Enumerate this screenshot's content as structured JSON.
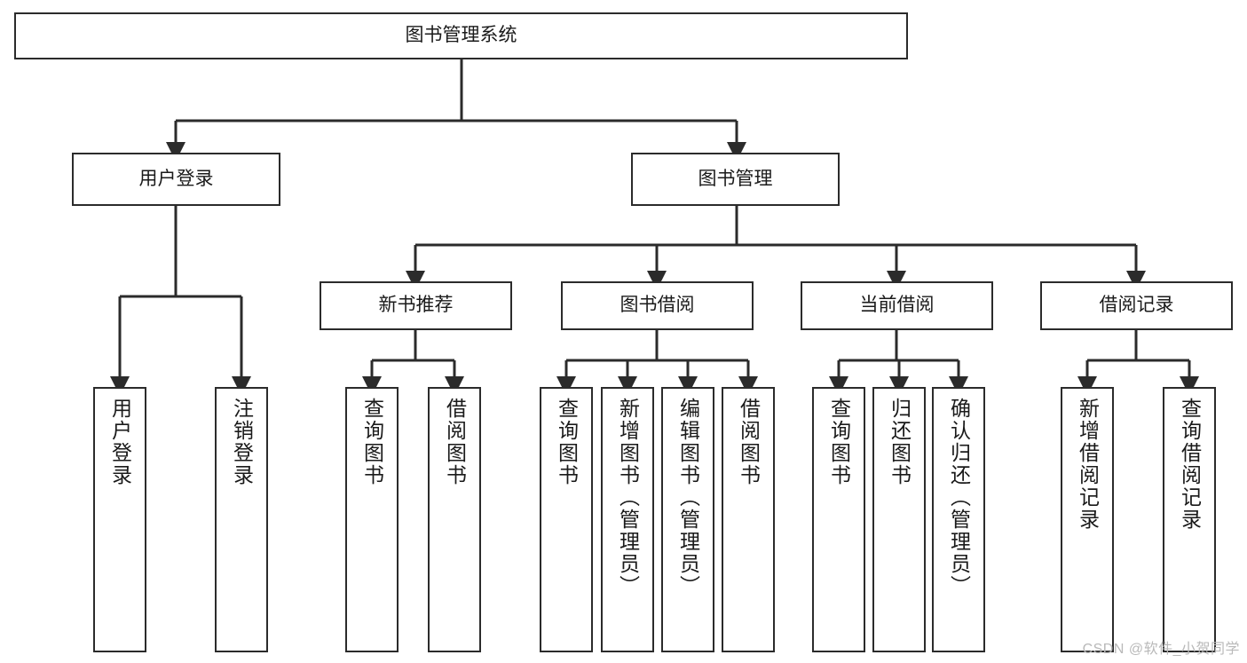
{
  "diagram": {
    "title": "图书管理系统",
    "type": "tree-hierarchy-diagram",
    "watermark": "CSDN @软件_小贺同学",
    "colors": {
      "background": "#ffffff",
      "border": "#2b2b2b",
      "text": "#1a1a1a",
      "connector": "#2b2b2b",
      "watermark": "#b9b9b9"
    },
    "root": {
      "label": "图书管理系统"
    },
    "level1": [
      {
        "label": "用户登录"
      },
      {
        "label": "图书管理"
      }
    ],
    "level2": [
      {
        "label": "新书推荐"
      },
      {
        "label": "图书借阅"
      },
      {
        "label": "当前借阅"
      },
      {
        "label": "借阅记录"
      }
    ],
    "leaves": {
      "user_login": [
        {
          "label": "用户登录"
        },
        {
          "label": "注销登录"
        }
      ],
      "new_book_recommend": [
        {
          "label": "查询图书"
        },
        {
          "label": "借阅图书"
        }
      ],
      "book_borrow": [
        {
          "label": "查询图书"
        },
        {
          "label": "新增图书（管理员）"
        },
        {
          "label": "编辑图书（管理员）"
        },
        {
          "label": "借阅图书"
        }
      ],
      "current_borrow": [
        {
          "label": "查询图书"
        },
        {
          "label": "归还图书"
        },
        {
          "label": "确认归还（管理员）"
        }
      ],
      "borrow_record": [
        {
          "label": "新增借阅记录"
        },
        {
          "label": "查询借阅记录"
        }
      ]
    }
  }
}
